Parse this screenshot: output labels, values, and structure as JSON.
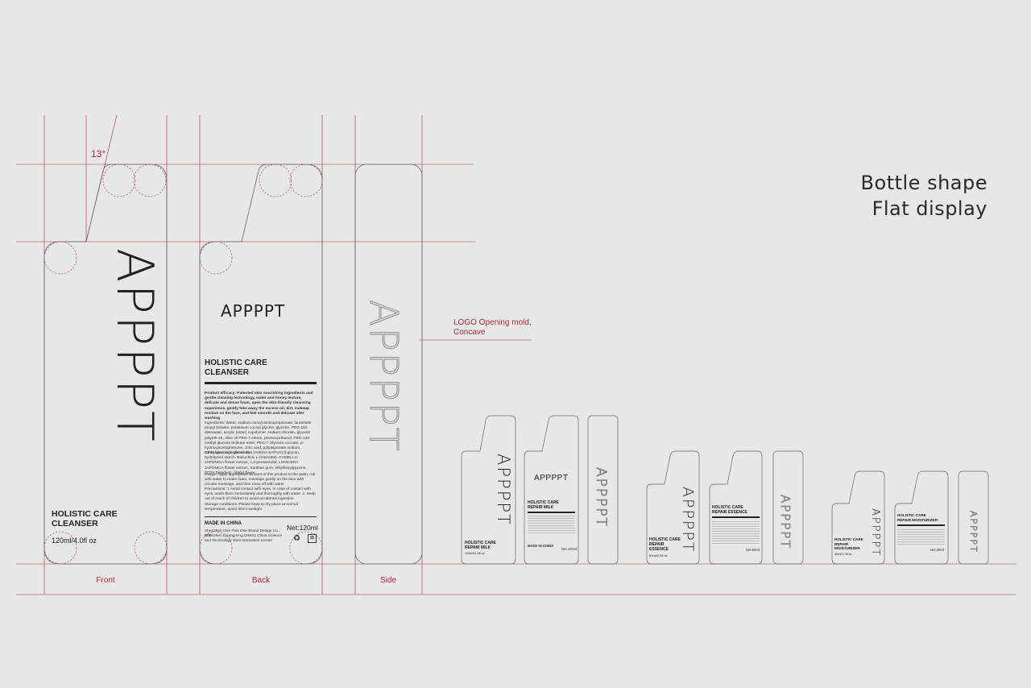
{
  "heading": {
    "line1": "Bottle shape",
    "line2": "Flat display"
  },
  "angle_label": "13°",
  "brand": "APPPPT",
  "labels": {
    "front": "Front",
    "back": "Back",
    "side": "Side"
  },
  "logo_note": {
    "line1": "LOGO Opening mold,",
    "line2": "Concave"
  },
  "front": {
    "product_line1": "HOLISTIC CARE",
    "product_line2": "CLEANSER",
    "volume": "120ml/4.0fl oz"
  },
  "back": {
    "product_line1": "HOLISTIC CARE",
    "product_line2": "CLEANSER",
    "efficacy": "Product efficacy: Patented skin nourishing ingredients and gentle cleaning technology, water and honey texture, delicate and dense foam, open the skin-friendly cleansing experience, gently take away the excess oil, dirt, makeup residue on the face, and feel smooth and delicate after washing",
    "ingredients": "Ingredients: Water, sodium cocoyl aminopropionate, lauramide propyl betaine, potassium cocoyl glycine, glycerin, PEG-150 distearate, acrylic (ester) copolymer, sodium chloride, glycerin polyeth-26, olive oil PEG-7 esters, phenoxyethanol, PEG-120 methyl glucose trioleate ester, PEG-7 Glycerin cocoate, p-hydroxyacetophenone, citric acid, polyaspartate sodium, methylglucoside glucoside",
    "trace": "Other trace ingredients: Oat (AVENA SATIVA) β-glucan, hydrolyzed starch, Bakuchiol, L-(menodal), CAMELLIA JAPONICA flower extract, 1,2-pentanediol, LONICERA JAPONICA flower extract, Xanthan gum, ethylhexylglycerin, EDTA Disodium, (daily) flavor",
    "usage": "Usage: Apply appropriate amount of this product to the palm, rub with water to make foam, massage gently on the face with circular massage, and then rinse off with water",
    "precautions": "Precautions: 1 Avoid contact with eyes. In case of contact with eyes, wash them immediately and thoroughly with water. 2. Keep out of reach of children to avoid accidental ingestion.",
    "storage": "Storage conditions: Please keep in dry place at normal temperature, avoid direct sunlight",
    "made_in": "MADE IN CHINA",
    "net": "Net:120ml",
    "company1": "Shenzhen One Plus One Brand Design Co., LTD",
    "company2": "Shenzhen Guangming District China Science and Technology Joint Innovation Center"
  },
  "milk": {
    "front_line1": "HOLISTIC CARE",
    "front_line2": "REPAIR MILK",
    "volume": "100ml/3.3fl oz",
    "back_line1": "HOLISTIC CARE",
    "back_line2": "REPAIR MILK",
    "net": "Net:100ml",
    "made_in": "MADE IN CHINA"
  },
  "essence": {
    "front_line1": "HOLISTIC CARE",
    "front_line2": "REPAIR",
    "front_line3": "ESSENCE",
    "volume": "60ml/2.0fl oz",
    "back_line1": "HOLISTIC CARE",
    "back_line2": "REPAIR ESSENCE",
    "net": "Net:60ml"
  },
  "moisturizer": {
    "front_line1": "HOLISTIC CARE",
    "front_line2": "REPAIR",
    "front_line3": "MOISTURIZER",
    "volume": "30ml/1.0fl oz",
    "back_line1": "HOLISTIC CARE",
    "back_line2": "REPAIR MOISTURIZER",
    "net": "Net:30ml"
  }
}
